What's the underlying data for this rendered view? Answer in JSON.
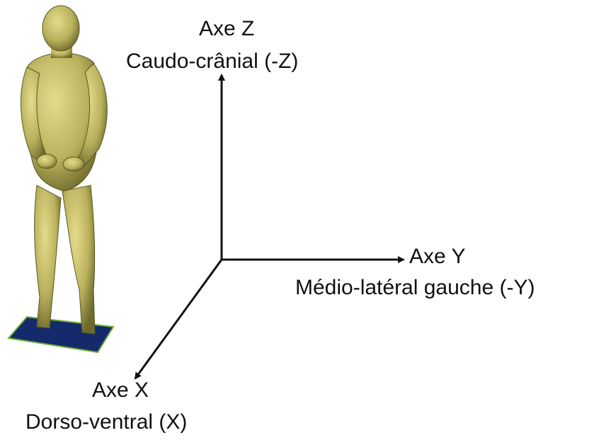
{
  "axes": {
    "z": {
      "title": "Axe Z",
      "subtitle": "Caudo-crânial (-Z)"
    },
    "y": {
      "title": "Axe Y",
      "subtitle": "Médio-latéral gauche (-Y)"
    },
    "x": {
      "title": "Axe X",
      "subtitle": "Dorso-ventral (X)"
    }
  },
  "colors": {
    "axis": "#111111",
    "body": "#b9b15c",
    "platform": "#142a6a",
    "platform_edge": "#6fae3a"
  }
}
